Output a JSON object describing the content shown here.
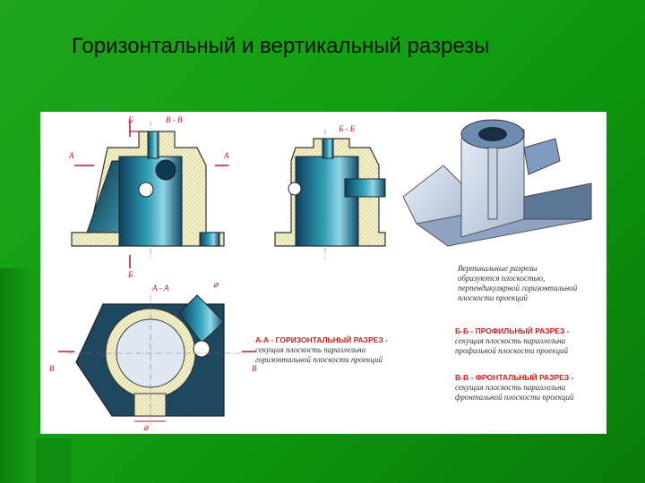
{
  "title": "Горизонтальный и вертикальный разрезы",
  "labels": {
    "b": "Б",
    "v_v": "В - В",
    "a": "А",
    "b_b": "Б - Б",
    "a_a": "А - А",
    "v": "В",
    "diam": "⌀"
  },
  "notes": {
    "vertical_heading": "Вертикальные разрезы",
    "vertical_text": "образуются плоскостью, перпендикулярной горизонтальной плоскости проекций",
    "aa_heading": "А-А - ГОРИЗОНТАЛЬНЫЙ РАЗРЕЗ -",
    "aa_text": "секущая плоскость параллельна горизонтальной плоскости проекций",
    "bb_heading": "Б-Б - ПРОФИЛЬНЫЙ РАЗРЕЗ -",
    "bb_text": "секущая плоскость параллельна профильной плоскости проекций",
    "vv_heading": "В-В - ФРОНТАЛЬНЫЙ РАЗРЕЗ -",
    "vv_text": "секущая плоскость параллельна фронтальной плоскости проекций"
  }
}
